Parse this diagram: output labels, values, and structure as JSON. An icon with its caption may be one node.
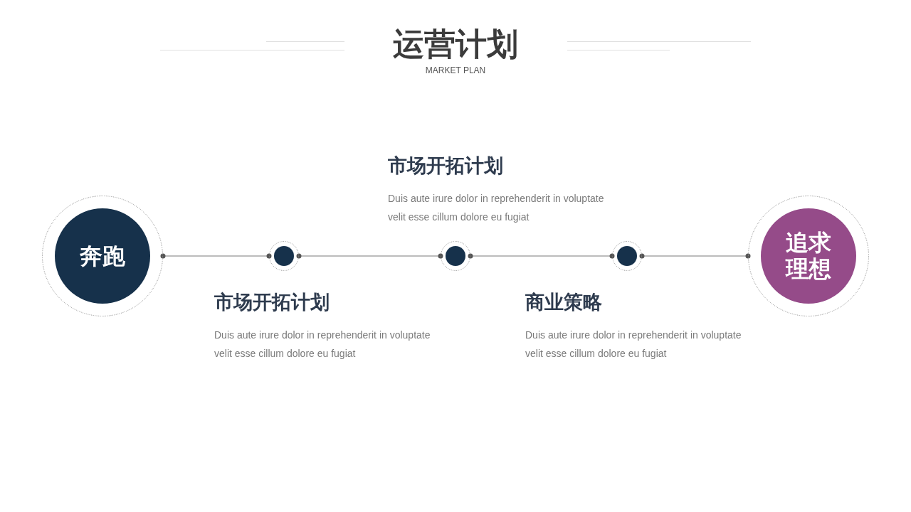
{
  "diagram": {
    "title": "运营计划",
    "nodes": [
      {
        "text": [
          "奔跑"
        ]
      },
      {
        "text": [],
        "shape": "circle",
        "beside": [
          "市场开拓计划",
          "Duis aute irure dolor in reprehenderit in voluptate velit esse cillum dolore eu fugiat"
        ]
      },
      {
        "text": [],
        "shape": "circle",
        "beside": [
          "市场开拓计划",
          "Duis aute irure dolor in reprehenderit in voluptate velit esse cillum dolore eu fugiat"
        ]
      },
      {
        "text": [],
        "shape": "circle",
        "beside": [
          "商业策略",
          "Duis aute irure dolor in reprehenderit in voluptate velit esse cillum dolore eu fugiat"
        ]
      },
      {
        "text": [
          "追求理想"
        ]
      }
    ],
    "edges": [
      {
        "from": 0,
        "to": 1,
        "arrow": "other"
      },
      {
        "from": 1,
        "to": 2,
        "arrow": "other"
      },
      {
        "from": 2,
        "to": 3,
        "arrow": "other"
      },
      {
        "from": 3,
        "to": 4,
        "arrow": "other"
      }
    ],
    "labels": [
      "MARKET PLAN"
    ]
  }
}
